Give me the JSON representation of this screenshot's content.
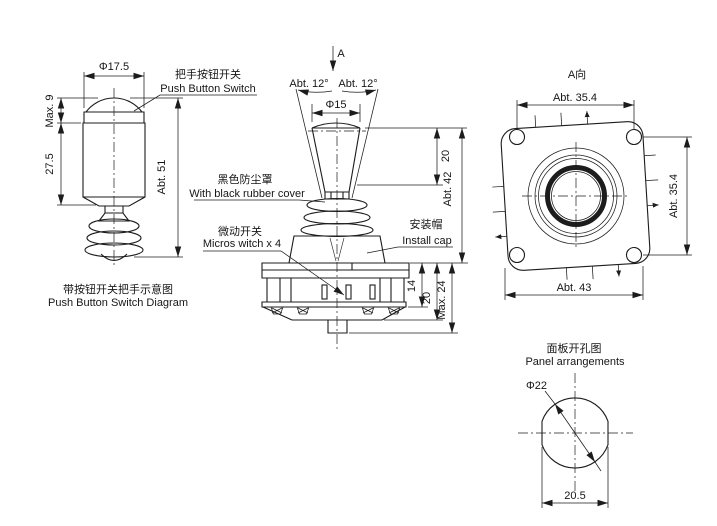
{
  "figures": {
    "handle": {
      "dim_diameter": "Φ17.5",
      "dim_dome_height": "Max. 9",
      "dim_body_height": "27.5",
      "dim_total_height": "Abt. 51",
      "callout_zh": "把手按钮开关",
      "callout_en": "Push Button Switch",
      "caption_zh": "带按钮开关把手示意图",
      "caption_en": "Push Button Switch Diagram"
    },
    "joystick": {
      "section_arrow": "A",
      "dim_angle_left": "Abt. 12°",
      "dim_angle_right": "Abt. 12°",
      "dim_knob_diameter": "Φ15",
      "dim_knob_height": "20",
      "dim_height_above_panel": "Abt. 42",
      "dim_body_depth_1": "14",
      "dim_body_depth_2": "20",
      "dim_body_depth_max": "Max. 24",
      "callout_rubber_zh": "黑色防尘罩",
      "callout_rubber_en": "With black rubber cover",
      "callout_microswitch_zh": "微动开关",
      "callout_microswitch_en": "Micros witch x 4",
      "callout_cap_zh": "安装帽",
      "callout_cap_en": "Install cap"
    },
    "a_view": {
      "title": "A向",
      "dim_hole_spacing_h": "Abt. 35.4",
      "dim_hole_spacing_v": "Abt. 35.4",
      "dim_flange_width": "Abt. 43"
    },
    "panel_cutout": {
      "title_zh": "面板开孔图",
      "title_en": "Panel arrangements",
      "dim_diameter": "Φ22",
      "dim_flat_width": "20.5"
    }
  },
  "colors": {
    "line": "#1c1c1c",
    "background": "#ffffff"
  }
}
